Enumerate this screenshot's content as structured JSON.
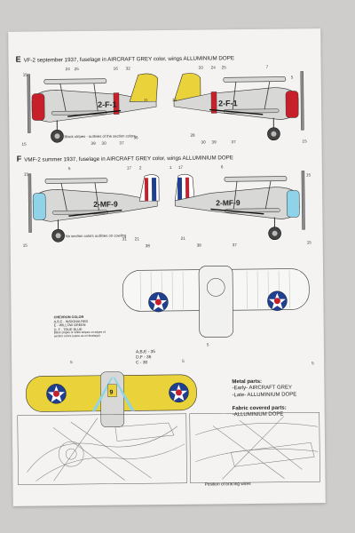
{
  "sections": {
    "e": {
      "letter": "E",
      "title": "VF-2 september 1937, fuselage in AIRCRAFT GREY color, wings ALLUMINIUM DOPE",
      "note": "Black stripes - outlines of the section colors",
      "fuselage_code_left": "2-F-1",
      "fuselage_code_right": "2-F-1",
      "callouts_left": [
        "15",
        "24",
        "25",
        "16",
        "32",
        "11",
        "15",
        "39",
        "30",
        "37",
        "36"
      ],
      "callouts_right": [
        "33",
        "24",
        "25",
        "7",
        "5",
        "15",
        "28",
        "30",
        "39",
        "37",
        "15"
      ]
    },
    "f": {
      "letter": "F",
      "title": "VMF-2 summer 1937, fuselage in AIRCRAFT GREY color, wings ALLUMINIUM DOPE",
      "note": "No section colors outlines on cowling",
      "fuselage_code_left": "2-MF-9",
      "fuselage_code_right": "2-MF-9",
      "callouts_left": [
        "15",
        "5",
        "17",
        "2",
        "15",
        "31",
        "21",
        "38"
      ],
      "callouts_right": [
        "1",
        "17",
        "6",
        "15",
        "21",
        "38",
        "37",
        "15"
      ]
    }
  },
  "chevron_legend": {
    "title": "CHEVRON COLOR",
    "lines": [
      "A,B,E - INSIGNIA RED",
      "E - WILLOW GREEN",
      "D, F - TRUE BLUE"
    ],
    "note": "Black stripes or white stripes on edges of section colors (same as on fuselage)"
  },
  "wing_codes": {
    "line1": "A,B,E - 35",
    "line2": "D,F - 36",
    "line3": "C - 30"
  },
  "top_view_callouts": [
    "5",
    "5"
  ],
  "bottom_view_callouts": [
    "5",
    "5",
    "9"
  ],
  "metal_parts": {
    "title": "Metal parts:",
    "early": "-Early- AIRCRAFT GREY",
    "late": "-Late- ALLUMINIUM DOPE"
  },
  "fabric_parts": {
    "title": "Fabric covered parts:",
    "value": "-ALLUMINIUM DOPE"
  },
  "bracing_caption": "Position of bracing wires",
  "colors": {
    "grey": "#d8d9d7",
    "red": "#c8202a",
    "yellow": "#e9d23a",
    "blue": "#1f3f8f",
    "lightblue": "#8fd3e8",
    "black": "#1a1a1a"
  }
}
